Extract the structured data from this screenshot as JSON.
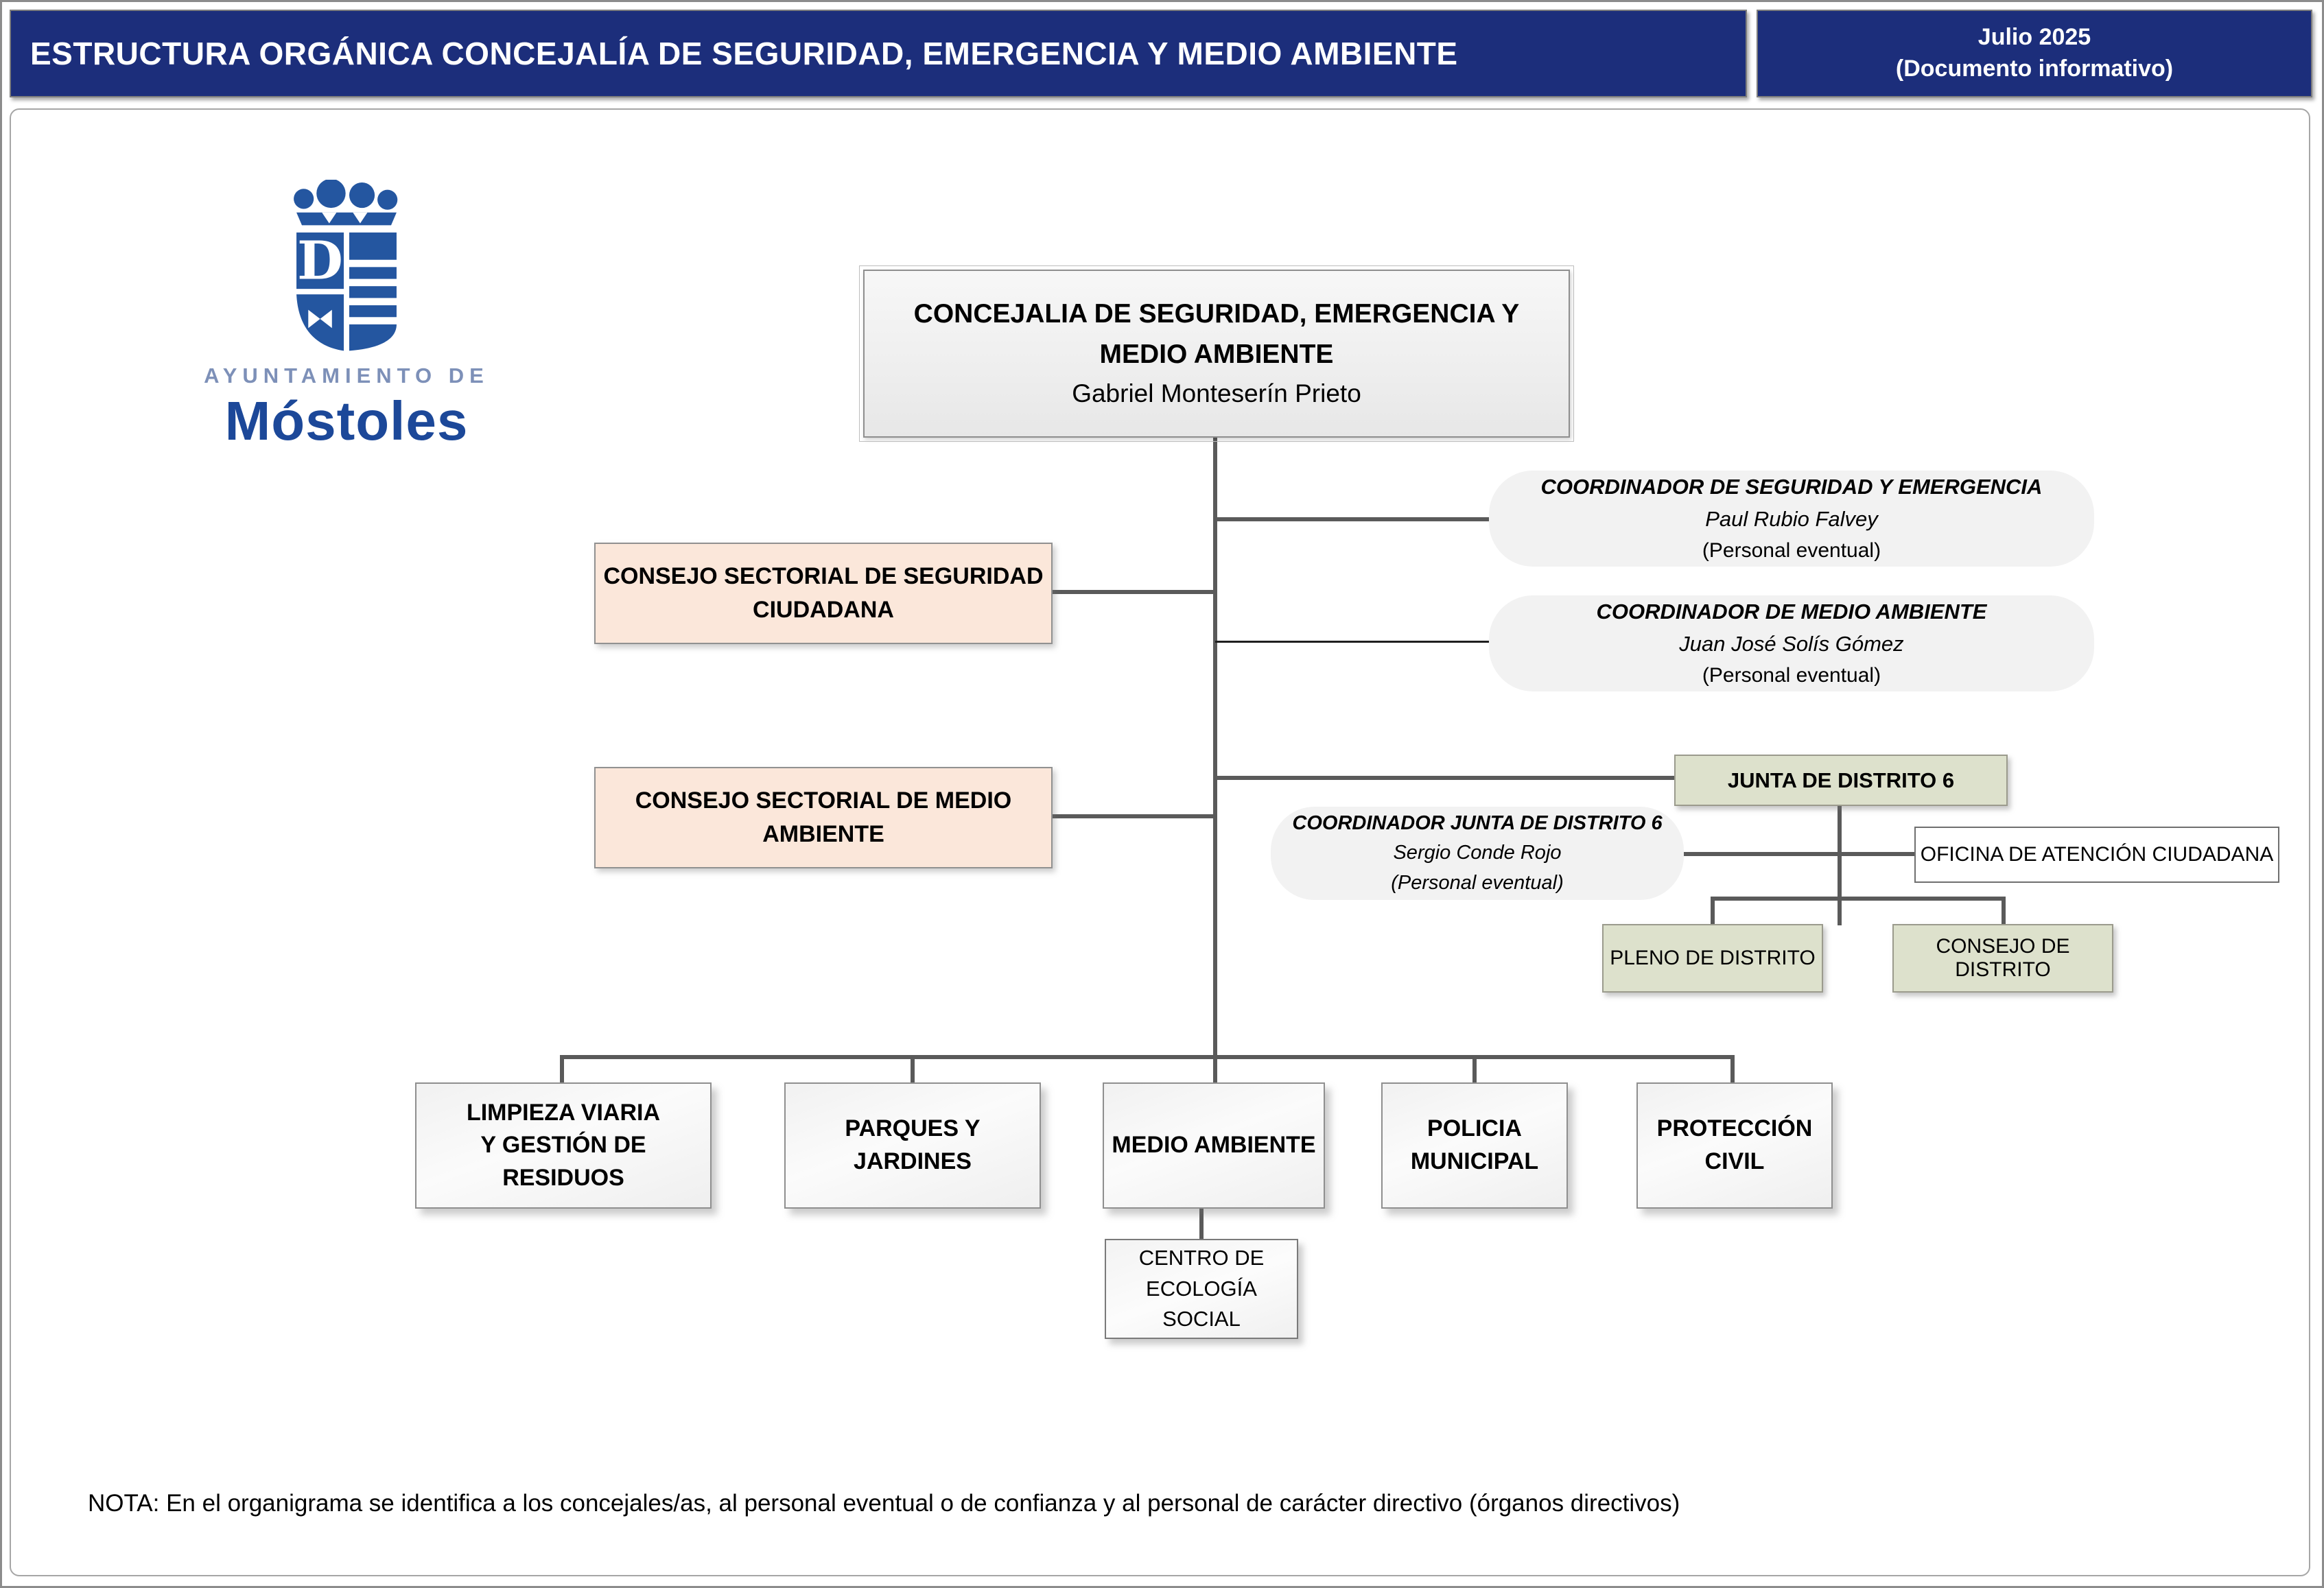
{
  "header": {
    "title": "ESTRUCTURA ORGÁNICA CONCEJALÍA DE SEGURIDAD, EMERGENCIA Y MEDIO AMBIENTE",
    "period": "Julio 2025",
    "period_note": "(Documento informativo)"
  },
  "logo": {
    "institution": "AYUNTAMIENTO DE",
    "city": "Móstoles"
  },
  "root": {
    "title_line1": "CONCEJALIA DE SEGURIDAD, EMERGENCIA Y",
    "title_line2": "MEDIO AMBIENTE",
    "person": "Gabriel Monteserín Prieto"
  },
  "sectoral_councils": [
    {
      "line1": "CONSEJO SECTORIAL DE SEGURIDAD",
      "line2": "CIUDADANA"
    },
    {
      "line1": "CONSEJO SECTORIAL DE MEDIO",
      "line2": "AMBIENTE"
    }
  ],
  "coordinators": [
    {
      "title": "COORDINADOR DE SEGURIDAD Y EMERGENCIA",
      "person": "Paul Rubio Falvey",
      "note": "(Personal eventual)"
    },
    {
      "title": "COORDINADOR DE MEDIO AMBIENTE",
      "person": "Juan José Solís Gómez",
      "note": "(Personal eventual)"
    },
    {
      "title": "COORDINADOR JUNTA DE DISTRITO 6",
      "person": "Sergio Conde Rojo",
      "note": "(Personal eventual)"
    }
  ],
  "district": {
    "junta": "JUNTA DE DISTRITO 6",
    "oficina": "OFICINA DE ATENCIÓN CIUDADANA",
    "pleno": "PLENO DE DISTRITO",
    "consejo": "CONSEJO DE DISTRITO"
  },
  "departments": [
    {
      "line1": "LIMPIEZA VIARIA",
      "line2": "Y GESTIÓN DE RESIDUOS"
    },
    {
      "line1": "PARQUES Y JARDINES",
      "line2": ""
    },
    {
      "line1": "MEDIO AMBIENTE",
      "line2": ""
    },
    {
      "line1": "POLICIA",
      "line2": "MUNICIPAL"
    },
    {
      "line1": "PROTECCIÓN",
      "line2": "CIVIL"
    }
  ],
  "centro": {
    "line1": "CENTRO DE",
    "line2": "ECOLOGÍA SOCIAL"
  },
  "note": "NOTA: En el organigrama se identifica a los concejales/as, al personal eventual o de confianza y al personal de carácter directivo (órganos directivos)",
  "colors": {
    "header_bg": "#1c2e7b",
    "council_bg": "#fbe7da",
    "district_bg": "#dde1cc",
    "coordinator_bg": "#f2f2f2",
    "connector": "#5a5a5a",
    "logo_blue": "#2456a0"
  }
}
